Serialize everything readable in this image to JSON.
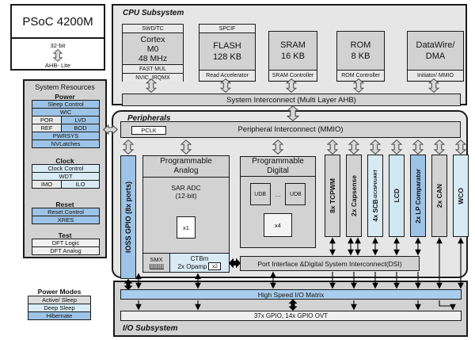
{
  "device": {
    "title": "PSoC 4200M",
    "bus_width": "32-bit",
    "bus_name": "AHB- Lite"
  },
  "system_resources": {
    "title": "System Resources",
    "power": {
      "label": "Power",
      "sleep_control": "Sleep Control",
      "wic": "WIC",
      "por": "POR",
      "lvd": "LVD",
      "ref": "REF",
      "bod": "BOD",
      "pwrsys": "PWRSYS",
      "nvlatches": "NVLatches"
    },
    "clock": {
      "label": "Clock",
      "clock_control": "Clock Control",
      "wdt": "WDT",
      "imo": "IMO",
      "ilo": "ILO"
    },
    "reset": {
      "label": "Reset",
      "reset_control": "Reset Control",
      "xres": "XRES"
    },
    "test": {
      "label": "Test",
      "dft_logic": "DFT Logic",
      "dft_analog": "DFT Analog"
    }
  },
  "power_modes": {
    "title": "Power Modes",
    "items": [
      {
        "label": "Active/ Sleep",
        "color": "#dcdcdc"
      },
      {
        "label": "Deep Sleep",
        "color": "#d8ebf4"
      },
      {
        "label": "Hibernate",
        "color": "#9dc3e6"
      }
    ]
  },
  "cpu": {
    "label": "CPU Subsystem",
    "cortex": {
      "top": "SWD/TC",
      "l1": "Cortex",
      "l2": "M0",
      "l3": "48 MHz",
      "b1": "FAST MUL",
      "b2": "NVIC, IRQMX"
    },
    "flash": {
      "top": "SPCIF",
      "l1": "FLASH",
      "l2": "128 KB",
      "bottom": "Read Accelerator"
    },
    "sram": {
      "l1": "SRAM",
      "l2": "16 KB",
      "bottom": "SRAM Controller"
    },
    "rom": {
      "l1": "ROM",
      "l2": "8 KB",
      "bottom": "ROM Controller"
    },
    "datawire": {
      "l1": "DataWire/",
      "l2": "DMA",
      "bottom": "Initiator/ MMIO"
    },
    "interconnect": "System Interconnect (Multi Layer AHB)"
  },
  "peripherals": {
    "label": "Peripherals",
    "mmio": "Peripheral Interconnect (MMIO)",
    "pclk": "PCLK",
    "ioss": "IOSS GPIO (8x ports)",
    "analog": {
      "t1": "Programmable",
      "t2": "Analog",
      "adc_l1": "SAR ADC",
      "adc_l2": "(12-bit)",
      "x1": "x1",
      "smx": "SMX",
      "ctbm": "CTBm",
      "opamp": "2x Opamp",
      "x2": "x2"
    },
    "digital": {
      "t1": "Programmable",
      "t2": "Digital",
      "udb": "UDB",
      "dots": "...",
      "x4": "x4"
    },
    "dsi": "Port Interface &Digital System Interconnect(DSI)",
    "bars": [
      {
        "main": "8x TCPWM",
        "sub": "",
        "color": "#d2d2d2"
      },
      {
        "main": "2x Capsense",
        "sub": "",
        "color": "#d2d2d2"
      },
      {
        "main": "4x SCB",
        "sub": "-I2C/SPI/UART",
        "color": "#d8ebf4"
      },
      {
        "main": "LCD",
        "sub": "",
        "color": "#cfe7f3"
      },
      {
        "main": "2x LP Comparator",
        "sub": "",
        "color": "#9dc3e6"
      },
      {
        "main": "2x CAN",
        "sub": "",
        "color": "#d2d2d2"
      },
      {
        "main": "WCO",
        "sub": "",
        "color": "#d8ebf4"
      }
    ]
  },
  "io": {
    "label": "I/O Subsystem",
    "hsiom": "High Speed I/O Matrix",
    "gpio": "37x GPIO, 14x GPIO OVT"
  }
}
